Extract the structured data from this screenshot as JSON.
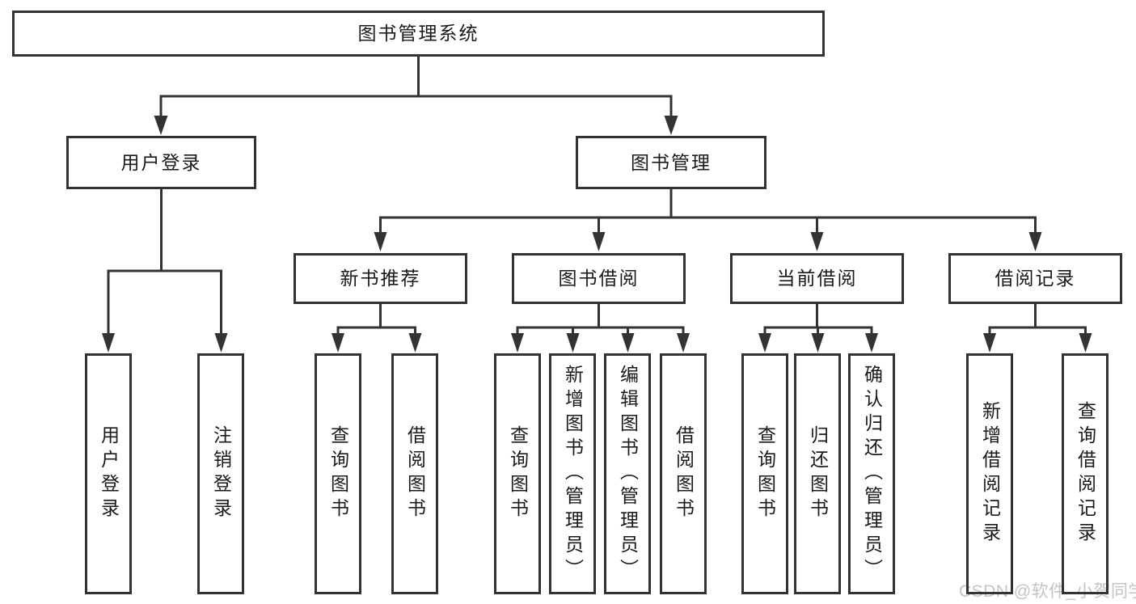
{
  "diagram": {
    "title": "图书管理系统",
    "nodes": {
      "root": {
        "label": "图书管理系统"
      },
      "user_login": {
        "label": "用户登录"
      },
      "book_mgmt": {
        "label": "图书管理"
      },
      "new_book_rec": {
        "label": "新书推荐"
      },
      "book_borrow": {
        "label": "图书借阅"
      },
      "current_borrow": {
        "label": "当前借阅"
      },
      "borrow_record": {
        "label": "借阅记录"
      },
      "leaf_user_login": {
        "label": "用户登录"
      },
      "leaf_logout": {
        "label": "注销登录"
      },
      "leaf_query_book_rec": {
        "label": "查询图书"
      },
      "leaf_borrow_book_rec": {
        "label": "借阅图书"
      },
      "leaf_query_book_borrow": {
        "label": "查询图书"
      },
      "leaf_add_book": {
        "label": "新增图书（管理员）"
      },
      "leaf_edit_book": {
        "label": "编辑图书（管理员）"
      },
      "leaf_borrow_book": {
        "label": "借阅图书"
      },
      "leaf_query_book_current": {
        "label": "查询图书"
      },
      "leaf_return_book": {
        "label": "归还图书"
      },
      "leaf_confirm_return": {
        "label": "确认归还（管理员）"
      },
      "leaf_add_borrow_record": {
        "label": "新增借阅记录"
      },
      "leaf_query_borrow_record": {
        "label": "查询借阅记录"
      }
    }
  },
  "watermark": {
    "text": "CSDN @软件_小贺同学"
  },
  "colors": {
    "line": "#333333",
    "text": "#1a1a1a",
    "background": "#ffffff",
    "watermark": "#c8c2c2"
  }
}
